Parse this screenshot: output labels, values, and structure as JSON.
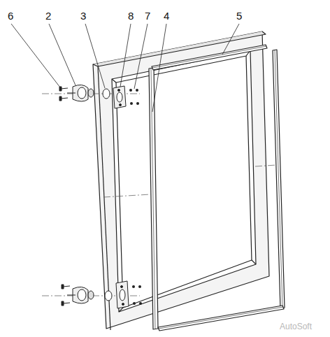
{
  "diagram": {
    "labels": [
      "6",
      "2",
      "3",
      "8",
      "7",
      "4",
      "5",
      "AutoSoft"
    ]
  }
}
